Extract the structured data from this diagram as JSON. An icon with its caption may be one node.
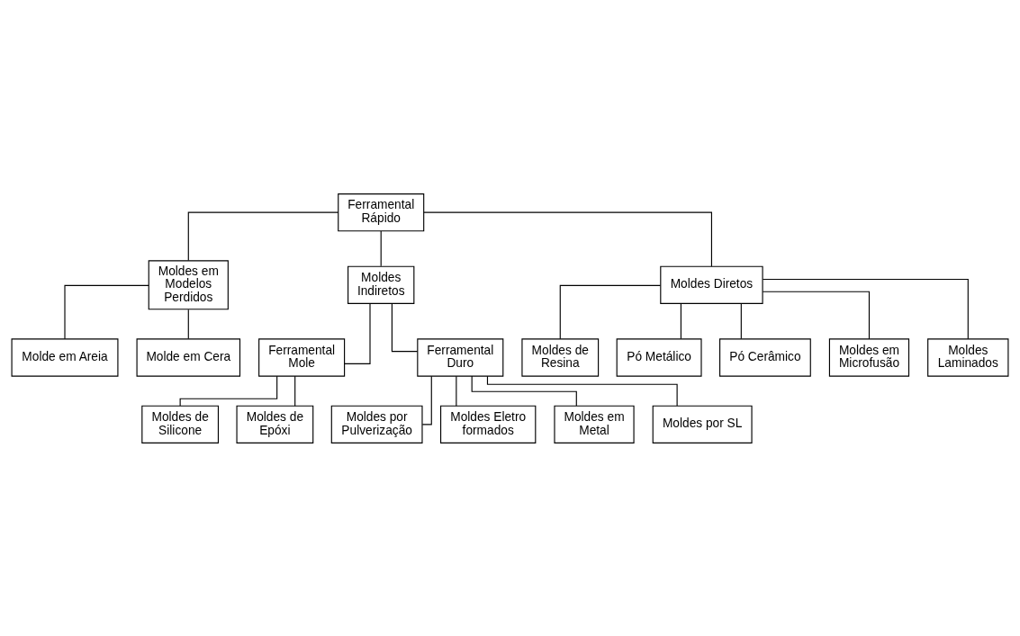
{
  "diagram": {
    "nodes": [
      {
        "text": [
          "Ferramental Rápido"
        ]
      },
      {
        "text": [
          "Moldes em Modelos Perdidos"
        ]
      },
      {
        "text": [
          "Moldes Indiretos"
        ]
      },
      {
        "text": [
          "Moldes Diretos"
        ]
      },
      {
        "text": [
          "Molde em Areia"
        ]
      },
      {
        "text": [
          "Molde em Cera"
        ]
      },
      {
        "text": [
          "Ferramental Mole"
        ]
      },
      {
        "text": [
          "Ferramental Duro"
        ]
      },
      {
        "text": [
          "Moldes de Resina"
        ]
      },
      {
        "text": [
          "Pó Metálico"
        ]
      },
      {
        "text": [
          "Pó Cerâmico"
        ]
      },
      {
        "text": [
          "Moldes em Microfusão"
        ]
      },
      {
        "text": [
          "Moldes Laminados"
        ]
      },
      {
        "text": [
          "Moldes de Silicone"
        ]
      },
      {
        "text": [
          "Moldes de Epóxi"
        ]
      },
      {
        "text": [
          "Moldes por Pulverização"
        ]
      },
      {
        "text": [
          "Moldes Eletro formados"
        ]
      },
      {
        "text": [
          "Moldes em Metal"
        ]
      },
      {
        "text": [
          "Moldes por SL"
        ]
      }
    ],
    "edges": [
      {
        "from": 0,
        "to": 1,
        "arrow": "none"
      },
      {
        "from": 0,
        "to": 2,
        "arrow": "none"
      },
      {
        "from": 0,
        "to": 3,
        "arrow": "none"
      },
      {
        "from": 1,
        "to": 4,
        "arrow": "none"
      },
      {
        "from": 1,
        "to": 5,
        "arrow": "none"
      },
      {
        "from": 2,
        "to": 6,
        "arrow": "none"
      },
      {
        "from": 2,
        "to": 7,
        "arrow": "none"
      },
      {
        "from": 3,
        "to": 8,
        "arrow": "none"
      },
      {
        "from": 3,
        "to": 9,
        "arrow": "none"
      },
      {
        "from": 3,
        "to": 10,
        "arrow": "none"
      },
      {
        "from": 3,
        "to": 11,
        "arrow": "none"
      },
      {
        "from": 3,
        "to": 12,
        "arrow": "none"
      },
      {
        "from": 6,
        "to": 13,
        "arrow": "none"
      },
      {
        "from": 6,
        "to": 14,
        "arrow": "none"
      },
      {
        "from": 7,
        "to": 15,
        "arrow": "none"
      },
      {
        "from": 7,
        "to": 16,
        "arrow": "none"
      },
      {
        "from": 7,
        "to": 17,
        "arrow": "none"
      },
      {
        "from": 7,
        "to": 18,
        "arrow": "none"
      }
    ]
  }
}
